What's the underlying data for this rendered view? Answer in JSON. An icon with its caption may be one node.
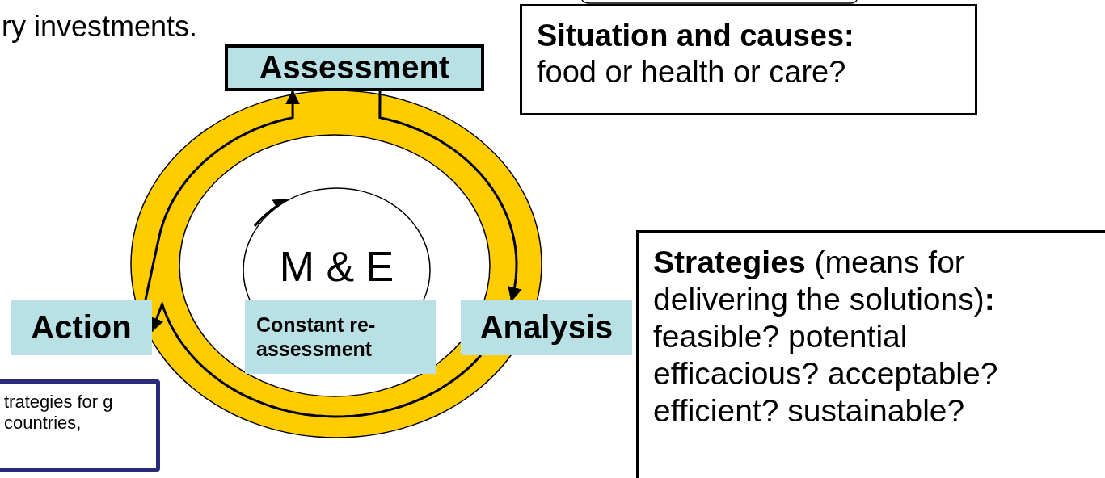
{
  "diagram": {
    "nodes": [
      {
        "text": [
          "Assessment"
        ]
      },
      {
        "text": [
          "Situation and causes:",
          "food or health or care?"
        ]
      },
      {
        "text": [
          "Analysis"
        ]
      },
      {
        "text": [
          "**Strategies** (means for delivering the solutions)**:** feasible? potential efficacious? acceptable? efficient? sustainable?"
        ]
      },
      {
        "text": [
          "Action"
        ]
      },
      {
        "text": [
          "M & E"
        ]
      },
      {
        "text": [
          "Constant re-assessment"
        ]
      },
      {
        "text": [
          "trategies for g countries,"
        ]
      }
    ],
    "edges": [
      {
        "from": 0,
        "to": 2,
        "arrow": "to"
      },
      {
        "from": 2,
        "to": 4,
        "arrow": "to"
      },
      {
        "from": 4,
        "to": 0,
        "arrow": "to"
      }
    ],
    "labels": [
      "ry investments."
    ]
  }
}
